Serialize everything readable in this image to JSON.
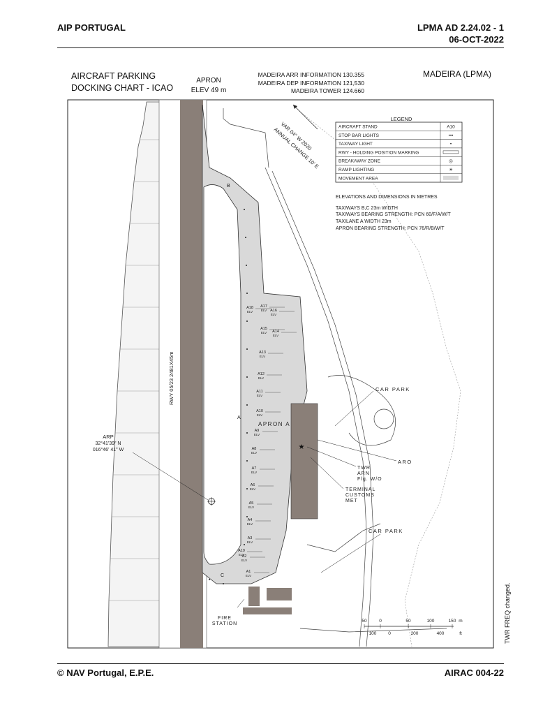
{
  "header": {
    "left": "AIP PORTUGAL",
    "right_line1": "LPMA AD 2.24.02 - 1",
    "right_line2": "06-OCT-2022"
  },
  "footer": {
    "left": "© NAV Portugal, E.P.E.",
    "right": "AIRAC 004-22"
  },
  "side_note": "TWR FREQ changed.",
  "chart": {
    "title_line1": "AIRCRAFT PARKING",
    "title_line2": "DOCKING CHART - ICAO",
    "apron_label": "APRON",
    "apron_elev": "ELEV  49 m",
    "freq": [
      "MADEIRA ARR INFORMATION 130.355",
      "MADEIRA DEP INFORMATION 121,530",
      "MADEIRA TOWER 124.660"
    ],
    "location": "MADEIRA (LPMA)",
    "var_line1": "VAR 04° W 2020",
    "var_line2": "ANNUAL CHANGE 10' E",
    "legend": {
      "title": "LEGEND",
      "rows": [
        {
          "label": "AIRCRAFT STAND",
          "symbol": "A10"
        },
        {
          "label": "STOP BAR LIGHTS",
          "symbol": "•••"
        },
        {
          "label": "TAXIWAY LIGHT",
          "symbol": "•"
        },
        {
          "label": "RWY - HOLDING POSITION MARKING",
          "symbol": ""
        },
        {
          "label": "BREAKAWAY ZONE",
          "symbol": "◎"
        },
        {
          "label": "RAMP LIGHTING",
          "symbol": "☀"
        },
        {
          "label": "MOVEMENT AREA",
          "symbol": ""
        }
      ]
    },
    "notes": [
      "ELEVATIONS AND DIMENSIONS IN METRES",
      "TAXIWAYS B,C 23m  WIDTH",
      "TAXIWAYS BEARING  STRENGTH: PCN 60/F/A/W/T",
      "TAXILANE A  WIDTH  23m",
      "APRON  BEARING  STRENGTH: PCN 76/R/B/W/T"
    ],
    "runway_label": "RWY  05/23   2481X45m",
    "arp_label": "ARP",
    "arp_lat": "32°41'39\" N",
    "arp_lon": "016°46' 41\" W",
    "apron_a": "APRON A",
    "twy_a": "A",
    "twy_b": "B",
    "twy_c": "C",
    "car_park_1": "CAR PARK",
    "car_park_2": "CAR PARK",
    "aro": "ARO",
    "twr_lines": [
      "TWR",
      "ARN",
      "Flg. W/O"
    ],
    "terminal_lines": [
      "TERMINAL",
      "CUSTOMS",
      "MET"
    ],
    "fire_lines": [
      "FIRE",
      "STATION"
    ],
    "stands": [
      {
        "id": "A18",
        "sub": "ELV"
      },
      {
        "id": "A17",
        "sub": "ELV"
      },
      {
        "id": "A16",
        "sub": "ELV"
      },
      {
        "id": "A15",
        "sub": "ELV"
      },
      {
        "id": "A14",
        "sub": "ELV"
      },
      {
        "id": "A13",
        "sub": "ELV"
      },
      {
        "id": "A12",
        "sub": "ELV"
      },
      {
        "id": "A11",
        "sub": "ELV"
      },
      {
        "id": "A10",
        "sub": "ELV"
      },
      {
        "id": "A9",
        "sub": "ELV"
      },
      {
        "id": "A8",
        "sub": "ELV"
      },
      {
        "id": "A7",
        "sub": "ELV"
      },
      {
        "id": "A6",
        "sub": "ELV"
      },
      {
        "id": "A5",
        "sub": "ELV"
      },
      {
        "id": "A4",
        "sub": "ELV"
      },
      {
        "id": "A3",
        "sub": "ELV"
      },
      {
        "id": "A2",
        "sub": "ELV"
      },
      {
        "id": "A1",
        "sub": "ELV"
      },
      {
        "id": "A19",
        "sub": "ELV"
      }
    ],
    "scale_m": [
      "50",
      "0",
      "50",
      "100",
      "150",
      "m"
    ],
    "scale_ft": [
      "100",
      "0",
      "200",
      "400",
      "ft"
    ],
    "colors": {
      "runway": "#8a7f78",
      "terminal": "#8a7f78",
      "apron": "#d9d9d9",
      "line": "#222222"
    }
  }
}
